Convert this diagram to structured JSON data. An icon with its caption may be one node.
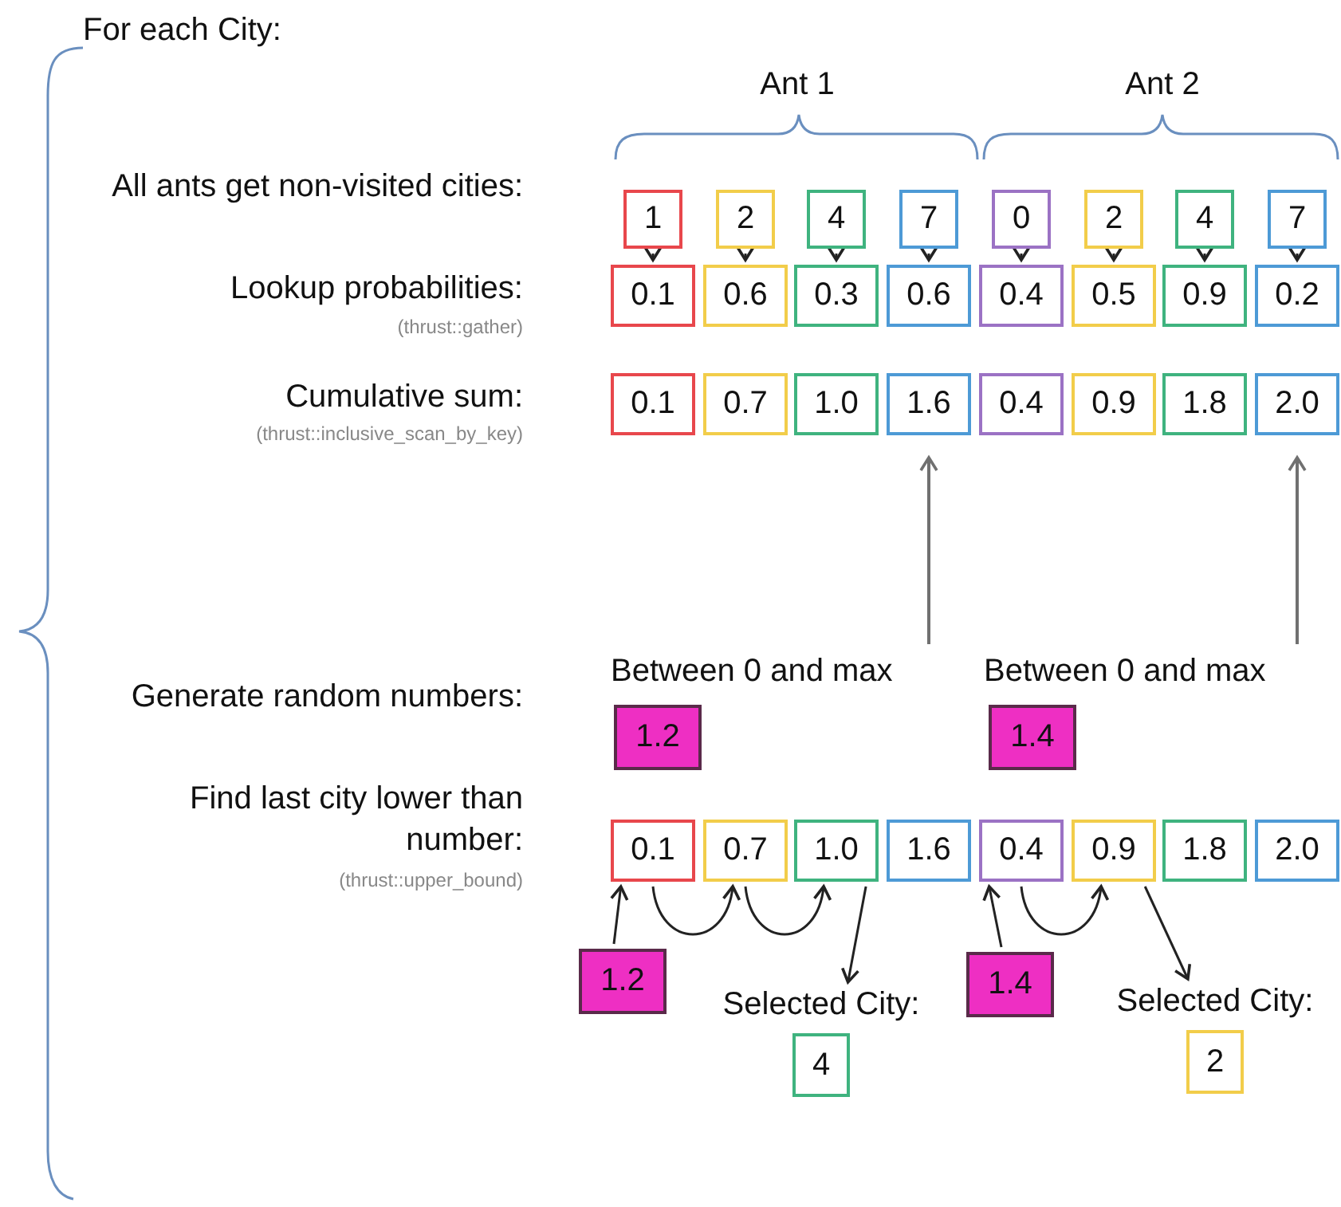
{
  "diagram": {
    "nodes": [
      {
        "text": [
          "1"
        ]
      },
      {
        "text": [
          "2"
        ]
      },
      {
        "text": [
          "4"
        ]
      },
      {
        "text": [
          "7"
        ]
      },
      {
        "text": [
          "0"
        ]
      },
      {
        "text": [
          "2"
        ]
      },
      {
        "text": [
          "4"
        ]
      },
      {
        "text": [
          "7"
        ]
      },
      {
        "text": [
          "0.1"
        ]
      },
      {
        "text": [
          "0.6"
        ]
      },
      {
        "text": [
          "0.3"
        ]
      },
      {
        "text": [
          "0.6"
        ]
      },
      {
        "text": [
          "0.4"
        ]
      },
      {
        "text": [
          "0.5"
        ]
      },
      {
        "text": [
          "0.9"
        ]
      },
      {
        "text": [
          "0.2"
        ]
      },
      {
        "text": [
          "0.1"
        ]
      },
      {
        "text": [
          "0.7"
        ]
      },
      {
        "text": [
          "1.0"
        ]
      },
      {
        "text": [
          "1.6"
        ]
      },
      {
        "text": [
          "0.4"
        ]
      },
      {
        "text": [
          "0.9"
        ]
      },
      {
        "text": [
          "1.8"
        ]
      },
      {
        "text": [
          "2.0"
        ]
      },
      {
        "text": [
          "Between 0 and max"
        ]
      },
      {
        "text": [
          "Between 0 and max"
        ]
      },
      {
        "text": [
          "1.2"
        ]
      },
      {
        "text": [
          "1.4"
        ]
      },
      {
        "text": [
          "0.1"
        ]
      },
      {
        "text": [
          "0.7"
        ]
      },
      {
        "text": [
          "1.0"
        ]
      },
      {
        "text": [
          "1.6"
        ]
      },
      {
        "text": [
          "0.4"
        ]
      },
      {
        "text": [
          "0.9"
        ]
      },
      {
        "text": [
          "1.8"
        ]
      },
      {
        "text": [
          "2.0"
        ]
      },
      {
        "text": [
          "1.2"
        ]
      },
      {
        "text": [
          "1.4"
        ]
      },
      {
        "text": [
          "Selected City:",
          "4"
        ]
      },
      {
        "text": [
          "Selected City:",
          "2"
        ]
      }
    ],
    "edges": [
      {
        "from": 0,
        "to": 8,
        "arrow": "to"
      },
      {
        "from": 1,
        "to": 9,
        "arrow": "to"
      },
      {
        "from": 2,
        "to": 10,
        "arrow": "to"
      },
      {
        "from": 3,
        "to": 11,
        "arrow": "to"
      },
      {
        "from": 4,
        "to": 12,
        "arrow": "to"
      },
      {
        "from": 5,
        "to": 13,
        "arrow": "to"
      },
      {
        "from": 6,
        "to": 14,
        "arrow": "to"
      },
      {
        "from": 7,
        "to": 15,
        "arrow": "to"
      },
      {
        "from": 24,
        "to": 19,
        "arrow": "to",
        "color": "#707070"
      },
      {
        "from": 25,
        "to": 23,
        "arrow": "to",
        "color": "#707070"
      },
      {
        "from": 36,
        "to": 28,
        "arrow": "to"
      },
      {
        "from": 28,
        "to": 29,
        "arrow": "to"
      },
      {
        "from": 29,
        "to": 30,
        "arrow": "to"
      },
      {
        "from": 30,
        "to": 38,
        "arrow": "to"
      },
      {
        "from": 37,
        "to": 32,
        "arrow": "to"
      },
      {
        "from": 32,
        "to": 33,
        "arrow": "to"
      },
      {
        "from": 33,
        "to": 39,
        "arrow": "to"
      }
    ],
    "labels": [
      "For each City:",
      "Ant 1",
      "Ant 2",
      "All ants get non-visited cities:",
      "Lookup probabilities:",
      "(thrust::gather)",
      "Cumulative sum:",
      "(thrust::inclusive_scan_by_key)",
      "Generate random numbers:",
      "Find last city lower than number:",
      "(thrust::upper_bound)"
    ]
  }
}
